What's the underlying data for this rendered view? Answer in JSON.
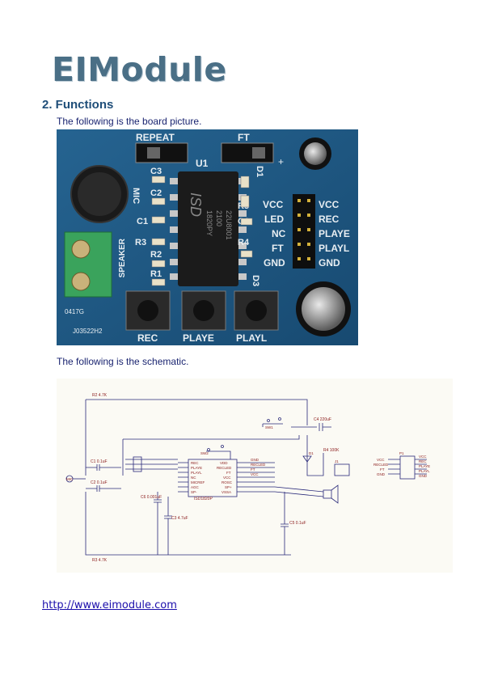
{
  "header": {
    "logo_text": "EIModule"
  },
  "section": {
    "heading": "2. Functions",
    "board_caption": "The following is the board picture.",
    "schematic_caption": "The following is the schematic."
  },
  "board": {
    "switch_labels": [
      "REPEAT",
      "FT"
    ],
    "chip_label": "U1",
    "chip_text": [
      "ISD",
      "1820PY",
      "2100",
      "22U8001"
    ],
    "components": [
      "C3",
      "C2",
      "C1",
      "R3",
      "R2",
      "R1",
      "R5",
      "C6",
      "R4",
      "D3",
      "D1",
      "MIC",
      "SPEAKER"
    ],
    "header_left": [
      "VCC",
      "LED",
      "NC",
      "FT",
      "GND"
    ],
    "header_right": [
      "VCC",
      "REC",
      "PLAYE",
      "PLAYL",
      "GND"
    ],
    "buttons": [
      "REC",
      "PLAYE",
      "PLAYL"
    ],
    "codes": [
      "0417G",
      "J03522H2"
    ],
    "colors": {
      "pcb": "#1f5a86",
      "silk": "#e8eef2",
      "terminal": "#3aa35c"
    }
  },
  "schematic": {
    "resistors": [
      "R2 4.7K",
      "R3 4.7K",
      "R4 100K"
    ],
    "caps": [
      "C1 0.1uF",
      "C2 0.1uF",
      "C3 4.7uF",
      "C4 220uF",
      "C5 0.1uF",
      "C6 0.001uF"
    ],
    "chip_name": "ISD1820P",
    "chip_left_pins": [
      "REC",
      "PLAYE",
      "PLAYL",
      "NC",
      "MICREF",
      "AGC",
      "SP-"
    ],
    "chip_right_pins": [
      "VDD",
      "RECLED",
      "FT",
      "VCC",
      "ROSC",
      "SP+",
      "VSSA"
    ],
    "nets": [
      "GND",
      "RECLED",
      "FT",
      "VCC",
      "SW1",
      "SW2",
      "MIC",
      "D1",
      "J1",
      "P1"
    ],
    "connector_left": [
      "VCC",
      "RECLED",
      "FT",
      "GND"
    ],
    "connector_right": [
      "VCC",
      "REC",
      "PLAYE",
      "PLAYL",
      "GND"
    ]
  },
  "footer": {
    "url": "http://www.eimodule.com"
  }
}
